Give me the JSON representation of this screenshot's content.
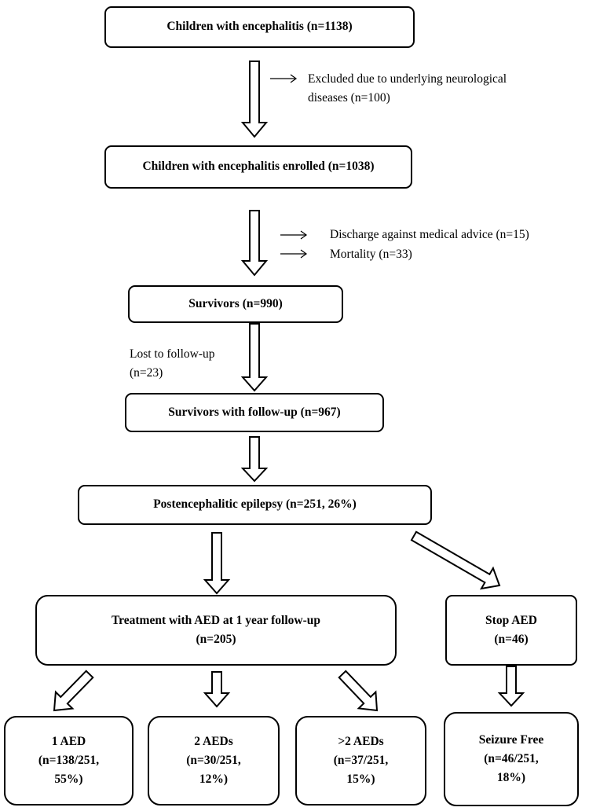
{
  "boxes": {
    "children": "Children with encephalitis (n=1138)",
    "enrolled": "Children with encephalitis enrolled (n=1038)",
    "survivors": "Survivors (n=990)",
    "followup": "Survivors with follow-up (n=967)",
    "epilepsy": "Postencephalitic epilepsy (n=251, 26%)",
    "treatment": {
      "line1": "Treatment with AED at 1 year follow-up",
      "line2": "(n=205)"
    },
    "stop": {
      "line1": "Stop AED",
      "line2": "(n=46)"
    },
    "aed1": {
      "line1": "1 AED",
      "line2": "(n=138/251,",
      "line3": "55%)"
    },
    "aed2": {
      "line1": "2 AEDs",
      "line2": "(n=30/251,",
      "line3": "12%)"
    },
    "aed3": {
      "line1": ">2 AEDs",
      "line2": "(n=37/251,",
      "line3": "15%)"
    },
    "seizure": {
      "line1": "Seizure Free",
      "line2": "(n=46/251,",
      "line3": "18%)"
    }
  },
  "notes": {
    "excluded": {
      "line1": "Excluded due to underlying neurological",
      "line2": "diseases (n=100)"
    },
    "discharge": "Discharge against medical advice (n=15)",
    "mortality": "Mortality (n=33)",
    "lost": {
      "line1": "Lost to follow-up",
      "line2": "(n=23)"
    }
  }
}
